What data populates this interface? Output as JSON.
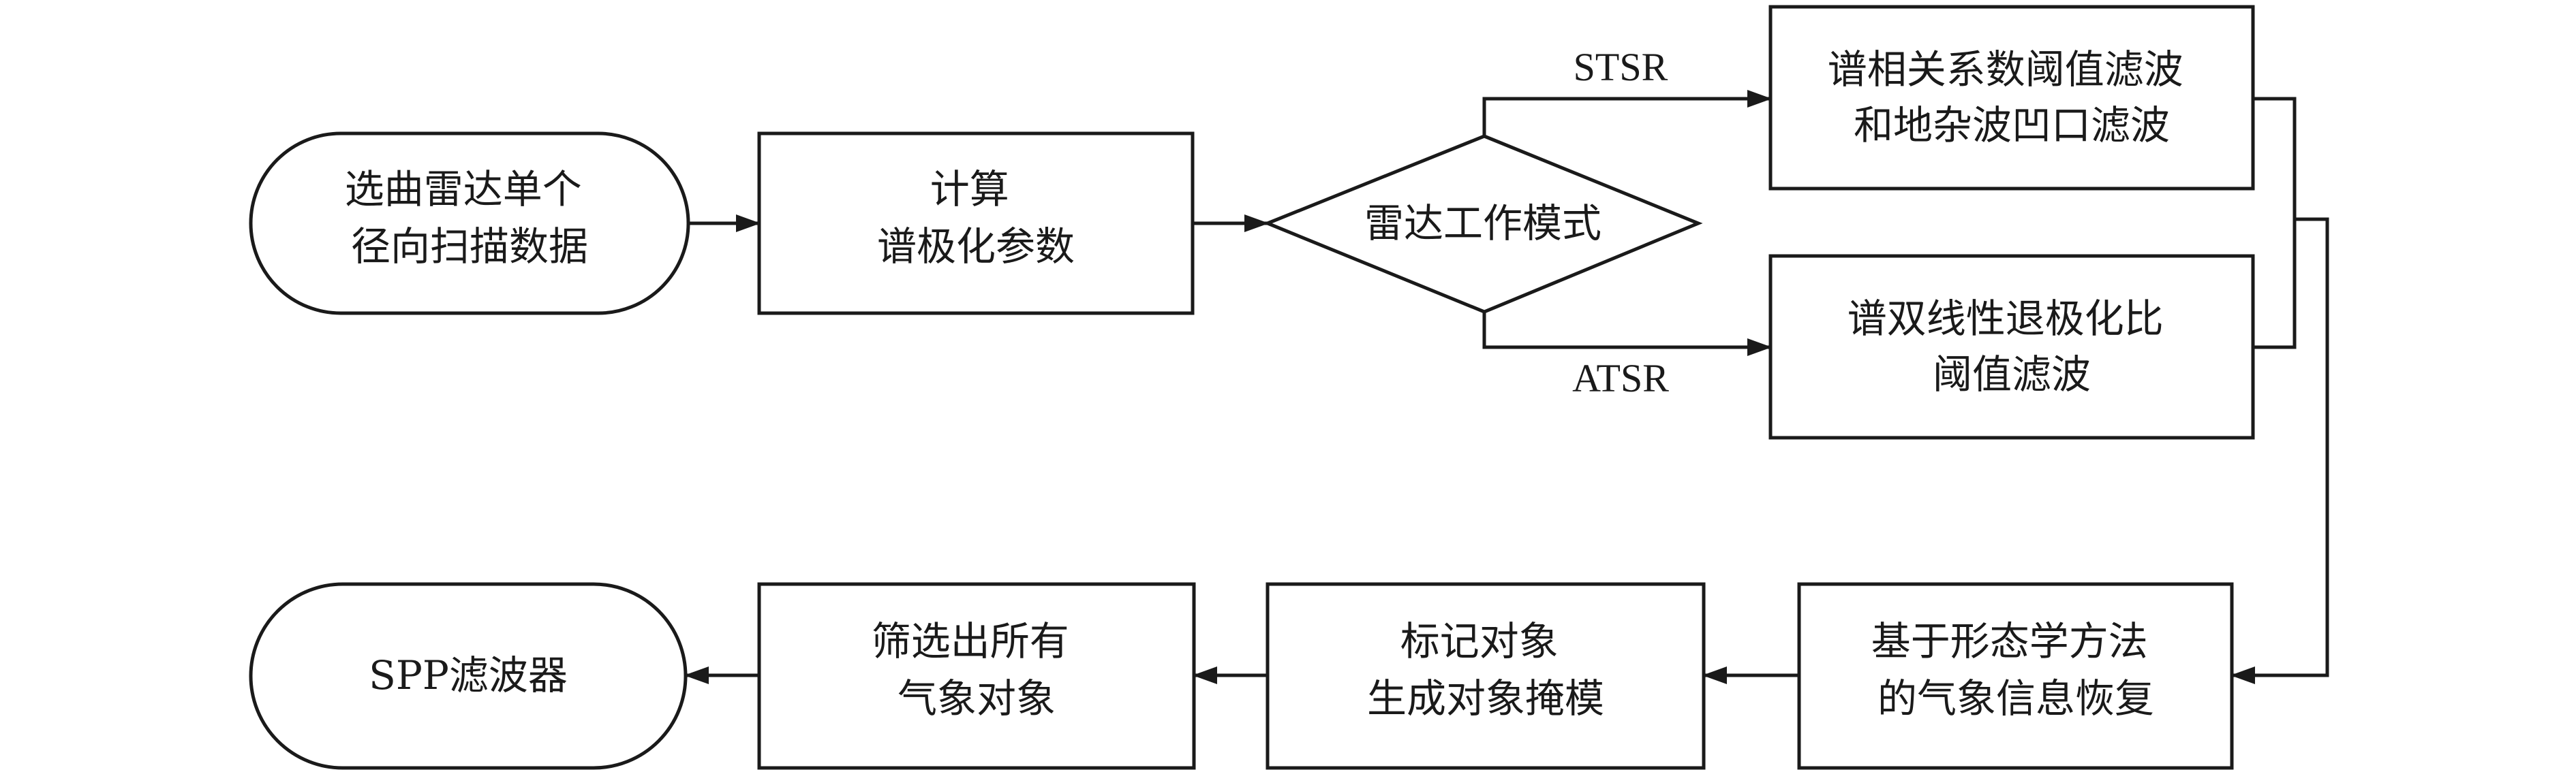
{
  "nodes": {
    "start": {
      "lines": [
        "选曲雷达单个",
        "径向扫描数据"
      ]
    },
    "compute": {
      "lines": [
        "计算",
        "谱极化参数"
      ]
    },
    "decision": {
      "lines": [
        "雷达工作模式"
      ]
    },
    "stsr_filter": {
      "lines": [
        "谱相关系数阈值滤波",
        "和地杂波凹口滤波"
      ]
    },
    "atsr_filter": {
      "lines": [
        "谱双线性退极化比",
        "阈值滤波"
      ]
    },
    "morph": {
      "lines": [
        "基于形态学方法",
        "的气象信息恢复"
      ]
    },
    "mark": {
      "lines": [
        "标记对象",
        "生成对象掩模"
      ]
    },
    "select": {
      "lines": [
        "筛选出所有",
        "气象对象"
      ]
    },
    "end": {
      "lines": [
        "SPP滤波器"
      ]
    }
  },
  "edges": {
    "stsr": "STSR",
    "atsr": "ATSR"
  },
  "colors": {
    "stroke": "#1a1a1a",
    "fill": "#ffffff"
  }
}
